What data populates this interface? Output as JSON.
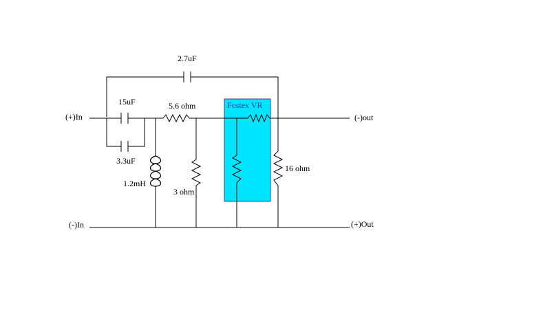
{
  "colors": {
    "background": "#ffffff",
    "wire": "#000000",
    "vr_box_fill": "#00e5ff",
    "vr_box_stroke": "#1f4fa8",
    "vr_label": "#1f3fb0"
  },
  "labels": {
    "in_pos": "(+)In",
    "in_neg": "(-)In",
    "out_neg": "(-)out",
    "out_pos": "(+)Out",
    "cap_bridge": "2.7uF",
    "cap_top": "15uF",
    "cap_bottom": "3.3uF",
    "res_series": "5.6 ohm",
    "inductor": "1.2mH",
    "res_shunt": "3 ohm",
    "vr_title": "Fostex VR",
    "res_output": "16 ohm"
  }
}
